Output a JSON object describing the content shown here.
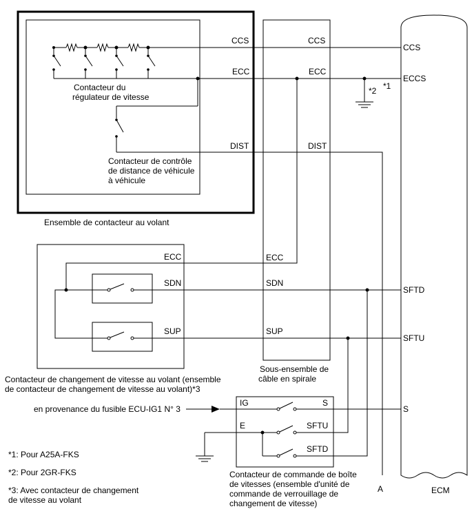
{
  "signals": {
    "ccs": "CCS",
    "ecc": "ECC",
    "eccs": "ECCS",
    "dist": "DIST",
    "sdn": "SDN",
    "sup": "SUP",
    "sftd": "SFTD",
    "sftu": "SFTU",
    "ig": "IG",
    "s": "S",
    "e": "E",
    "a": "A"
  },
  "components": {
    "steering_assembly": "Ensemble de contacteur au volant",
    "cruise_switch": [
      "Contacteur du",
      "régulateur de vitesse"
    ],
    "distance_switch": [
      "Contacteur de contrôle",
      "de distance de véhicule",
      "à véhicule"
    ],
    "paddle_switch": [
      "Contacteur de changement de vitesse au volant (ensemble",
      "de contacteur de changement de vitesse au volant)*3"
    ],
    "spiral_cable": [
      "Sous-ensemble de",
      "câble en spirale"
    ],
    "ecm": "ECM",
    "shift_lever_switch": [
      "Contacteur de commande de boîte",
      "de vitesses (ensemble d'unité de",
      "commande de verrouillage de",
      "changement de vitesse)"
    ],
    "fuse_source": "en provenance du fusible ECU-IG1 N° 3"
  },
  "markers": {
    "m1": "*1",
    "m2": "*2"
  },
  "notes": [
    "*1: Pour A25A-FKS",
    "*2: Pour 2GR-FKS",
    "*3: Avec contacteur de changement",
    "de vitesse au volant"
  ]
}
